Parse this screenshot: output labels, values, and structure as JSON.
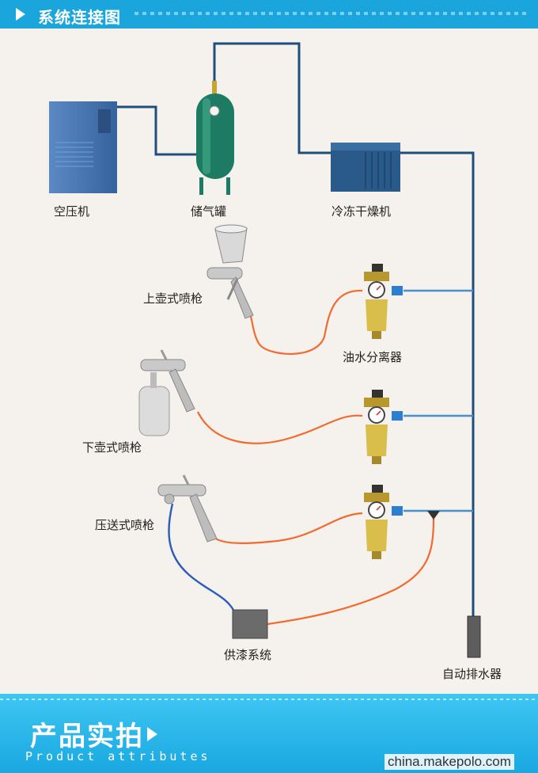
{
  "header": {
    "title": "系统连接图"
  },
  "labels": {
    "compressor": "空压机",
    "tank": "储气罐",
    "dryer": "冷冻干燥机",
    "gun_top": "上壶式喷枪",
    "separator": "油水分离器",
    "gun_bottom": "下壶式喷枪",
    "gun_pressure": "压送式喷枪",
    "paint_supply": "供漆系统",
    "auto_drain": "自动排水器"
  },
  "footer": {
    "title": "产品实拍",
    "subtitle": "Product attributes"
  },
  "watermark": "china.makepolo.com",
  "colors": {
    "header": "#1aa6dc",
    "pipe": "#1e4e7c",
    "air_hose": "#f26a2e",
    "paint_hose": "#2a5bbd"
  }
}
